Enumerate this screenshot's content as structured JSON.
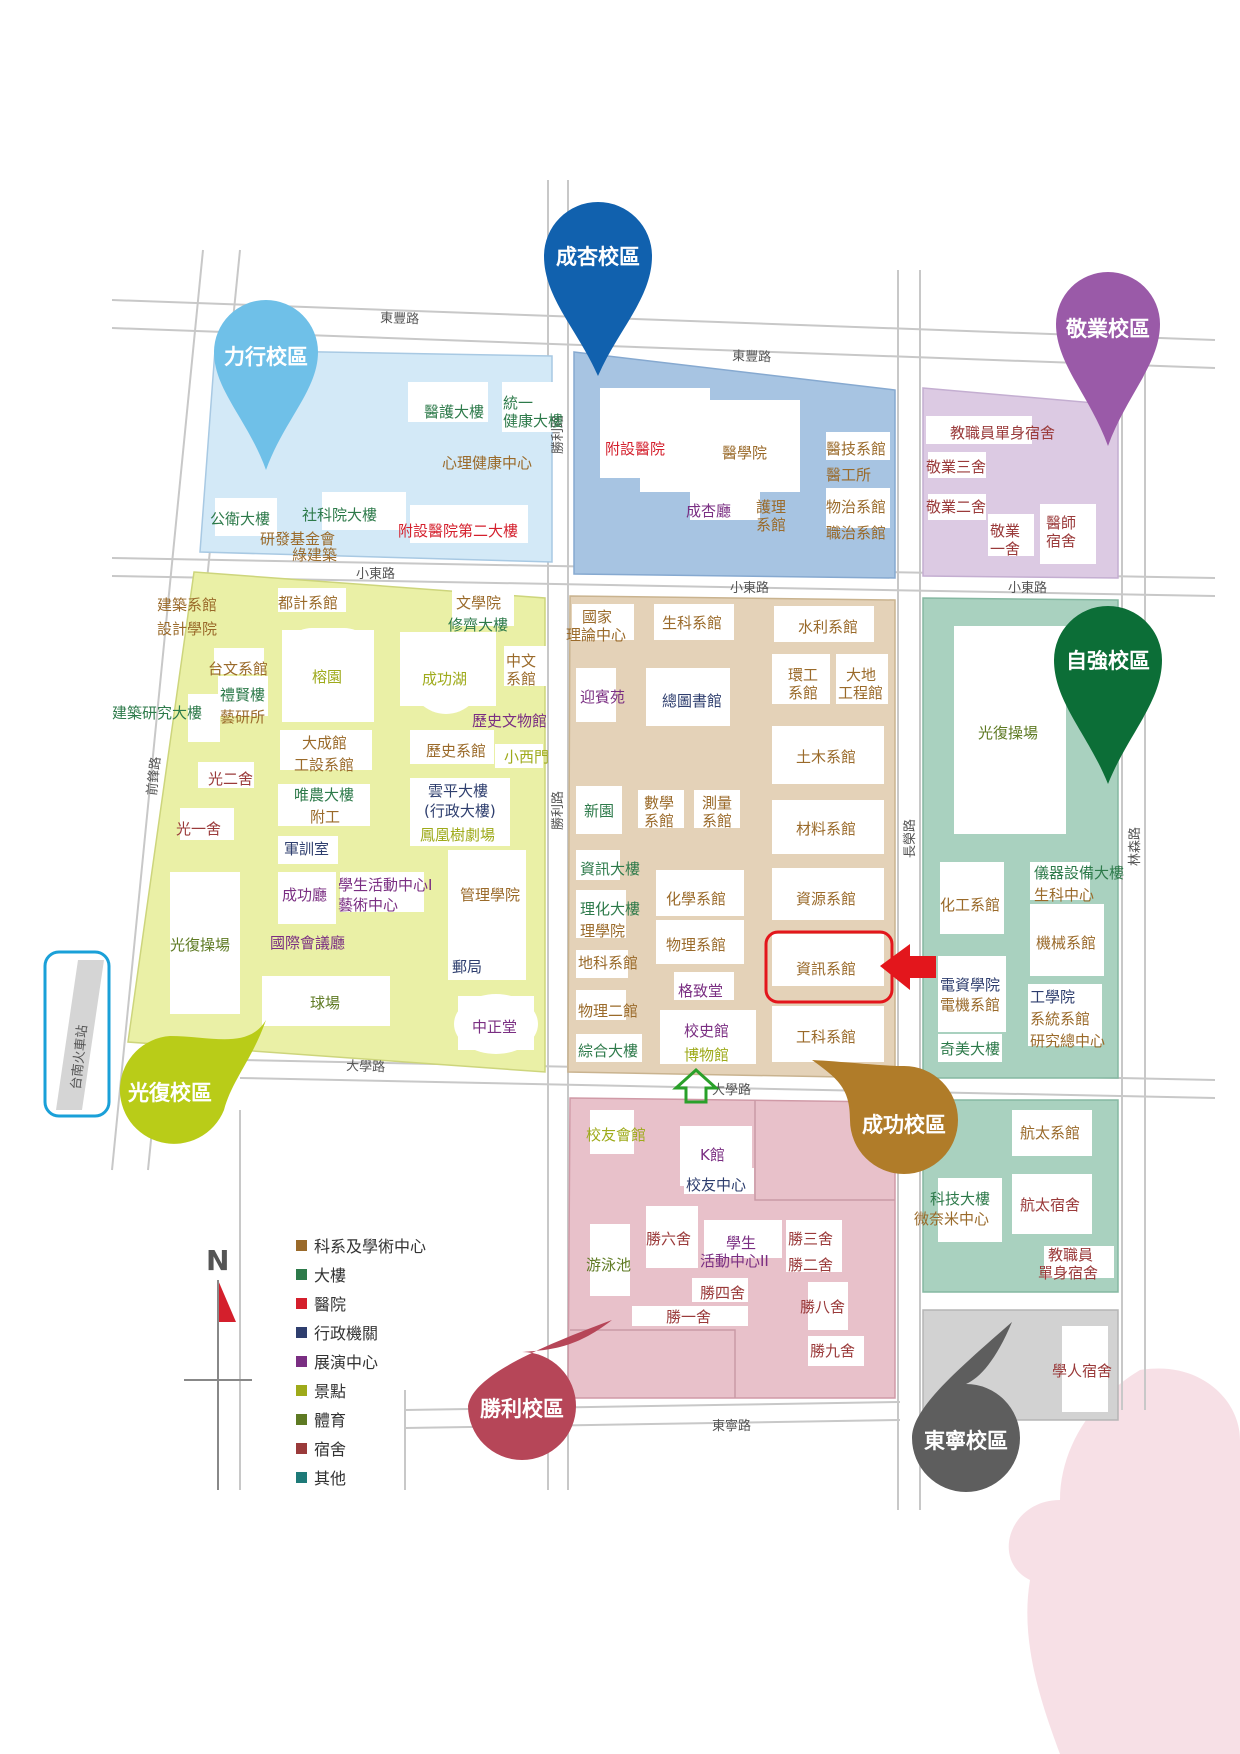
{
  "colors": {
    "academic": "#9a6a2a",
    "building": "#2d7a4a",
    "hospital": "#d41f2c",
    "admin": "#2e3e6e",
    "exhibit": "#7a2e82",
    "scenic": "#9eaa1a",
    "sports": "#5e7a23",
    "dorm": "#9a3a3a",
    "other": "#1e7a78"
  },
  "campuses": {
    "lixing": "力行校區",
    "chengxing": "成杏校區",
    "jingye": "敬業校區",
    "ziqiang": "自強校區",
    "guangfu": "光復校區",
    "chenggong": "成功校區",
    "shengli": "勝利校區",
    "dongning": "東寧校區"
  },
  "roads": {
    "dongfeng1": "東豐路",
    "dongfeng2": "東豐路",
    "xiaodong1": "小東路",
    "xiaodong2": "小東路",
    "xiaodong3": "小東路",
    "shengli1": "勝利路",
    "shengli2": "勝利路",
    "changrong": "長榮路",
    "linsen": "林森路",
    "qianfeng": "前鋒路",
    "daxue1": "大學路",
    "daxue2": "大學路",
    "dongning": "東寧路"
  },
  "station": "台南火車站",
  "labels": {
    "yihu": "醫護大樓",
    "tongyi1": "統一",
    "tongyi2": "健康大樓",
    "xinli": "心理健康中心",
    "gongwei": "公衛大樓",
    "shekeyuan": "社科院大樓",
    "yanfa": "研發基金會",
    "lvjianzhu": "綠建築",
    "fushe2": "附設醫院第二大樓",
    "fushe": "附設醫院",
    "yixue": "醫學院",
    "yiji": "醫技系館",
    "yigong": "醫工所",
    "chengxingting": "成杏廳",
    "huli1": "護理",
    "huli2": "系館",
    "wuzhi": "物治系館",
    "zhizhi": "職治系館",
    "jiaozhiyuan": "教職員單身宿舍",
    "jingye3": "敬業三舍",
    "jingye2": "敬業二舍",
    "jingye1a": "敬業",
    "jingye1b": "一舍",
    "yishi1": "醫師",
    "yishi2": "宿舍",
    "jianzhu": "建築系館",
    "sheji": "設計學院",
    "douji": "都計系館",
    "wenxueyuan": "文學院",
    "xiuqi": "修齊大樓",
    "taiwen": "台文系館",
    "rongyuan": "榕園",
    "chenggonghu": "成功湖",
    "zhongwen1": "中文",
    "zhongwen2": "系館",
    "lixian": "禮賢樓",
    "yiyan": "藝研所",
    "jianyan": "建築研究大樓",
    "lishiwenwu": "歷史文物館",
    "dacheng": "大成館",
    "gongshe": "工設系館",
    "lishi": "歷史系館",
    "xiaoximen": "小西門",
    "guang2": "光二舍",
    "weinong": "唯農大樓",
    "fugong": "附工",
    "yunping": "雲平大樓",
    "xingzheng": "(行政大樓)",
    "guang1": "光一舍",
    "fenghuang": "鳳凰樹劇場",
    "junxun": "軍訓室",
    "chenggongting": "成功廳",
    "xuesheng1": "學生活動中心I",
    "yishu": "藝術中心",
    "guanli": "管理學院",
    "guangfucao": "光復操場",
    "guoji": "國際會議廳",
    "youju": "郵局",
    "qiuchang": "球場",
    "zhongzheng": "中正堂",
    "guojia1": "國家",
    "guojia2": "理論中心",
    "shengke": "生科系館",
    "shuili": "水利系館",
    "yingbin": "迎賓苑",
    "zongtu": "總圖書館",
    "huangong1": "環工",
    "huangong2": "系館",
    "dadi1": "大地",
    "dadi2": "工程館",
    "tumu": "土木系館",
    "xinyuan": "新園",
    "shuxue1": "數學",
    "shuxue2": "系館",
    "celiang1": "測量",
    "celiang2": "系館",
    "cailiao": "材料系館",
    "zixundalou": "資訊大樓",
    "lihua": "理化大樓",
    "lixueyuan": "理學院",
    "huaxue": "化學系館",
    "ziyuan": "資源系館",
    "wuli": "物理系館",
    "dike": "地科系館",
    "zixunxi": "資訊系館",
    "gezhi": "格致堂",
    "wuli2": "物理二館",
    "xiaoshi": "校史館",
    "bowu": "博物館",
    "zonghe": "綜合大樓",
    "gongke": "工科系館",
    "guangfucao2": "光復操場",
    "yiqi": "儀器設備大樓",
    "shengchan": "生科中心",
    "huagong": "化工系館",
    "jixie": "機械系館",
    "dianzi": "電資學院",
    "dianji": "電機系館",
    "gongxueyuan": "工學院",
    "xitong": "系統系館",
    "yanjiu": "研究總中心",
    "qimei": "奇美大樓",
    "xiaoyou": "校友會館",
    "kguan": "K館",
    "xiaoyouzx": "校友中心",
    "hangtian": "航太系館",
    "keji": "科技大樓",
    "weina": "微奈米中心",
    "hangtiansushe": "航太宿舍",
    "sheng6": "勝六舍",
    "xuesheng2a": "學生",
    "xuesheng2b": "活動中心II",
    "sheng3": "勝三舍",
    "sheng2": "勝二舍",
    "youyong": "游泳池",
    "sheng4": "勝四舍",
    "sheng8": "勝八舍",
    "sheng1": "勝一舍",
    "sheng9": "勝九舍",
    "jiaozhiyuan2a": "教職員",
    "jiaozhiyuan2b": "單身宿舍",
    "xueren": "學人宿舍"
  },
  "compass": "N",
  "legend": [
    {
      "label": "科系及學術中心",
      "color": "#9a6a2a"
    },
    {
      "label": "大樓",
      "color": "#2d7a4a"
    },
    {
      "label": "醫院",
      "color": "#d41f2c"
    },
    {
      "label": "行政機關",
      "color": "#2e3e6e"
    },
    {
      "label": "展演中心",
      "color": "#7a2e82"
    },
    {
      "label": "景點",
      "color": "#9eaa1a"
    },
    {
      "label": "體育",
      "color": "#5e7a23"
    },
    {
      "label": "宿舍",
      "color": "#9a3a3a"
    },
    {
      "label": "其他",
      "color": "#1e7a78"
    }
  ]
}
